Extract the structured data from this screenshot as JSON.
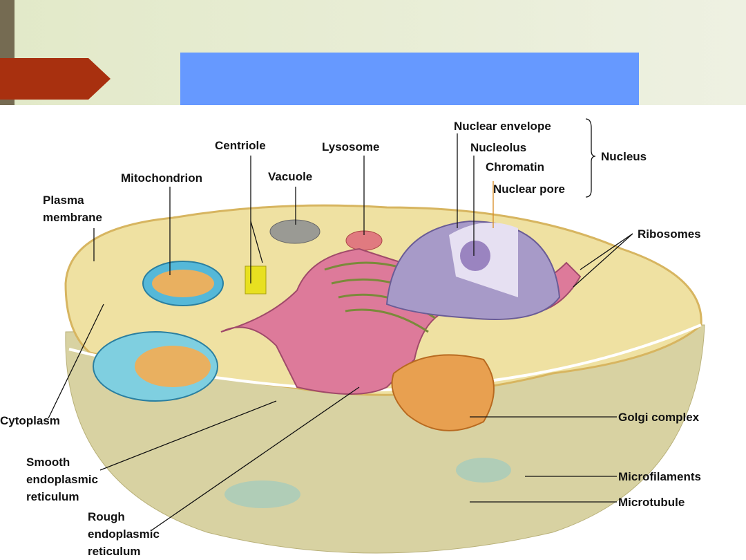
{
  "slide": {
    "title": ""
  },
  "labels": {
    "nuclear_envelope": "Nuclear envelope",
    "centriole": "Centriole",
    "lysosome": "Lysosome",
    "nucleolus": "Nucleolus",
    "nucleus": "Nucleus",
    "chromatin": "Chromatin",
    "mitochondrion": "Mitochondrion",
    "vacuole": "Vacuole",
    "nuclear_pore": "Nuclear pore",
    "plasma_membrane_1": "Plasma",
    "plasma_membrane_2": "membrane",
    "ribosomes": "Ribosomes",
    "cytoplasm": "Cytoplasm",
    "golgi": "Golgi complex",
    "ser_1": "Smooth",
    "ser_2": "endoplasmic",
    "ser_3": "reticulum",
    "microfilaments": "Microfilaments",
    "microtubule": "Microtubule",
    "rer_1": "Rough",
    "rer_2": "endoplasmic",
    "rer_3": "reticulum"
  },
  "colors": {
    "accent_arrow": "#a8300f",
    "title_box": "#6699ff",
    "side_bar": "#756b52"
  }
}
